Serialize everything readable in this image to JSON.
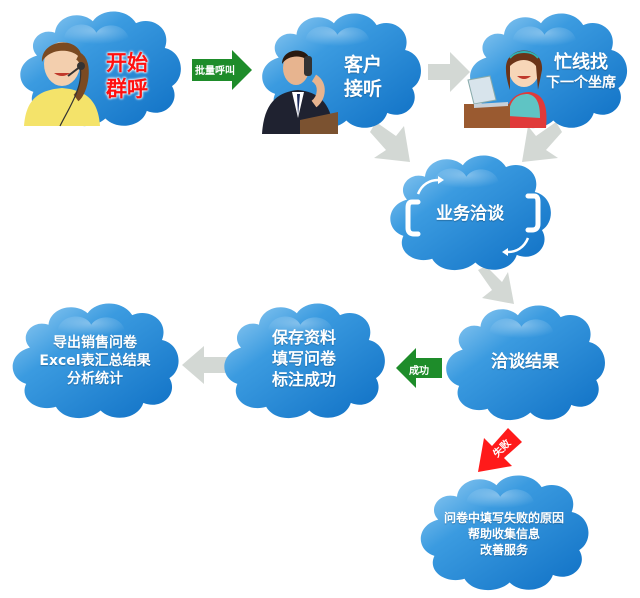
{
  "diagram": {
    "title": "",
    "colors": {
      "cloud_light": "#8fcaf0",
      "cloud_dark": "#1a7fcf",
      "gray_arrow": "#d3d8d4",
      "green_arrow": "#1e8c2a",
      "red_arrow": "#ff1a1a",
      "highlight_text": "#ff1010",
      "text": "#ffffff"
    },
    "nodes": [
      {
        "id": "start",
        "lines": [
          "开始",
          "群呼"
        ],
        "icon": "operator-headset-figure",
        "text_color": "red"
      },
      {
        "id": "answer",
        "lines": [
          "客户",
          "接听"
        ],
        "icon": "businessman-phone-figure"
      },
      {
        "id": "busy",
        "lines": [
          "忙线找",
          "下一个坐席"
        ],
        "icon": "agent-desk-figure"
      },
      {
        "id": "negotiate",
        "lines": [
          "业务洽谈"
        ],
        "icon": "phone-handsets-icon"
      },
      {
        "id": "result",
        "lines": [
          "洽谈结果"
        ]
      },
      {
        "id": "save",
        "lines": [
          "保存资料",
          "填写问卷",
          "标注成功"
        ]
      },
      {
        "id": "export",
        "lines": [
          "导出销售问卷",
          "Excel表汇总结果",
          "分析统计"
        ]
      },
      {
        "id": "fail",
        "lines": [
          "问卷中填写失败的原因",
          "帮助收集信息",
          "改善服务"
        ]
      }
    ],
    "edges": [
      {
        "from": "start",
        "to": "answer",
        "label": "批量呼叫",
        "style": "green"
      },
      {
        "from": "answer",
        "to": "busy",
        "label": "",
        "style": "gray"
      },
      {
        "from": "answer",
        "to": "negotiate",
        "label": "",
        "style": "gray"
      },
      {
        "from": "busy",
        "to": "negotiate",
        "label": "",
        "style": "gray"
      },
      {
        "from": "negotiate",
        "to": "result",
        "label": "",
        "style": "gray"
      },
      {
        "from": "result",
        "to": "save",
        "label": "成功",
        "style": "green"
      },
      {
        "from": "save",
        "to": "export",
        "label": "",
        "style": "gray"
      },
      {
        "from": "result",
        "to": "fail",
        "label": "失败",
        "style": "red"
      }
    ]
  }
}
